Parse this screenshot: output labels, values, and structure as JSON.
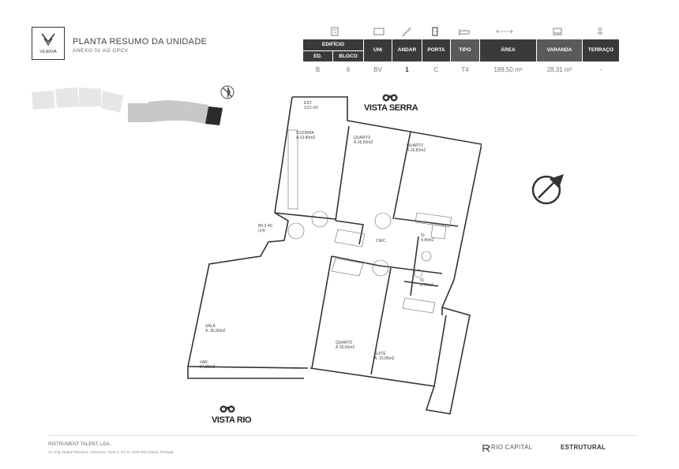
{
  "header": {
    "brand": "VILAVIVA",
    "title": "PLANTA RESUMO DA UNIDADE",
    "subtitle": "ANEXO 01 AO CPCV"
  },
  "table": {
    "group_header": "EDIFÍCIO",
    "columns": [
      "ED.",
      "BLOCO",
      "UNI",
      "ANDAR",
      "PORTA",
      "TIPO",
      "ÁREA",
      "VARANDA",
      "TERRAÇO"
    ],
    "values": [
      "B",
      "6",
      "BV",
      "1",
      "C",
      "T4",
      "189,50 m²",
      "28,31 m²",
      "-"
    ]
  },
  "plan": {
    "vista_top": "VISTA SERRA",
    "vista_bottom": "VISTA RIO",
    "rooms": [
      {
        "label": "EST.",
        "area": "3,51 m2"
      },
      {
        "label": "COZINHA",
        "area": "A.13,80m2"
      },
      {
        "label": "QUARTO",
        "area": "A.16,50m2"
      },
      {
        "label": "QUARTO",
        "area": "A.16,82m2"
      },
      {
        "label": "B6.2-4C",
        "area": "(14)"
      },
      {
        "label": "CIRC.",
        "area": ""
      },
      {
        "label": "IS",
        "area": "4,40m2"
      },
      {
        "label": "IS",
        "area": "3,75m2"
      },
      {
        "label": "SALA",
        "area": "A. 36,90m2"
      },
      {
        "label": "QUARTO",
        "area": "A.15,60m2"
      },
      {
        "label": "SUITE",
        "area": "A. 15,05m2"
      },
      {
        "label": "VAR.",
        "area": "24,80m2"
      }
    ]
  },
  "footer": {
    "company": "INSTRUMENT TALENT, LDA.",
    "address": "Av. Eng. Duarte Pacheco, Amoreiras, Torre 2, 14º D, 1070-102 Lisboa, Portugal",
    "brand_rio": "RIO CAPITAL",
    "brand_estrutural": "ESTRUTURAL"
  }
}
